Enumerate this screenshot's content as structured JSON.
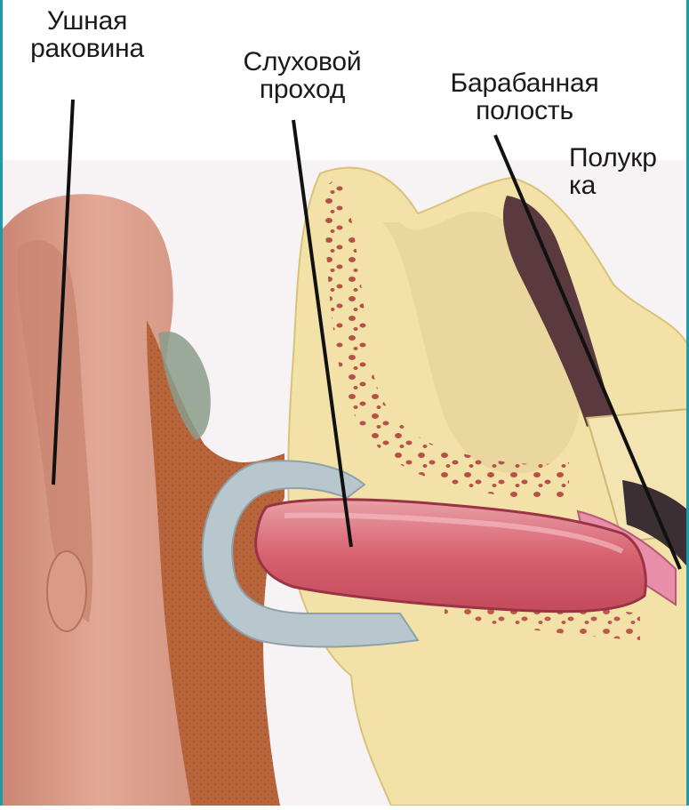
{
  "labels": {
    "pinna": "Ушная\nраковина",
    "ear_canal": "Слуховой\nпроход",
    "tympanic_cavity": "Барабанная\nполость",
    "semicircular_canals": "Полукр\nка"
  },
  "colors": {
    "background": "#ffffff",
    "skin": "#d99a86",
    "skin_shadow": "#b9705e",
    "cartilage": "#b8613a",
    "bone": "#f4e6b0",
    "bone_shade": "#e2cf8c",
    "canal_lining": "#c94a5a",
    "canal_pink": "#e58a93",
    "cartilage_ring": "#b9c9cf",
    "accent_edge": "#1e9aa8",
    "leader_line": "#111111"
  }
}
